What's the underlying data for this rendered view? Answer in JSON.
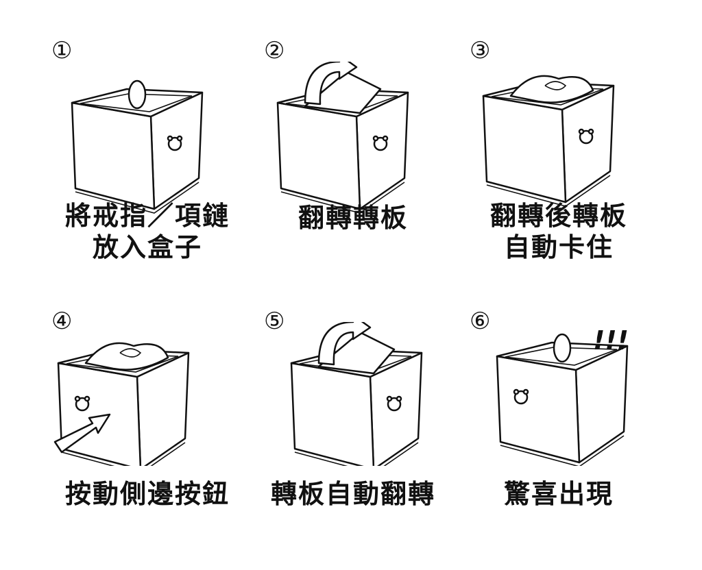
{
  "steps": [
    {
      "number": "①",
      "caption": [
        "將戒指／項鏈",
        "放入盒子"
      ],
      "content": "ring"
    },
    {
      "number": "②",
      "caption": [
        "翻轉轉板"
      ],
      "content": "flip"
    },
    {
      "number": "③",
      "caption": [
        "翻轉後轉板",
        "自動卡住"
      ],
      "content": "rose"
    },
    {
      "number": "④",
      "caption": [
        "按動側邊按鈕"
      ],
      "content": "press"
    },
    {
      "number": "⑤",
      "caption": [
        "轉板自動翻轉"
      ],
      "content": "flip"
    },
    {
      "number": "⑥",
      "caption": [
        "驚喜出現"
      ],
      "content": "surprise"
    }
  ],
  "exclaim": "!!!"
}
